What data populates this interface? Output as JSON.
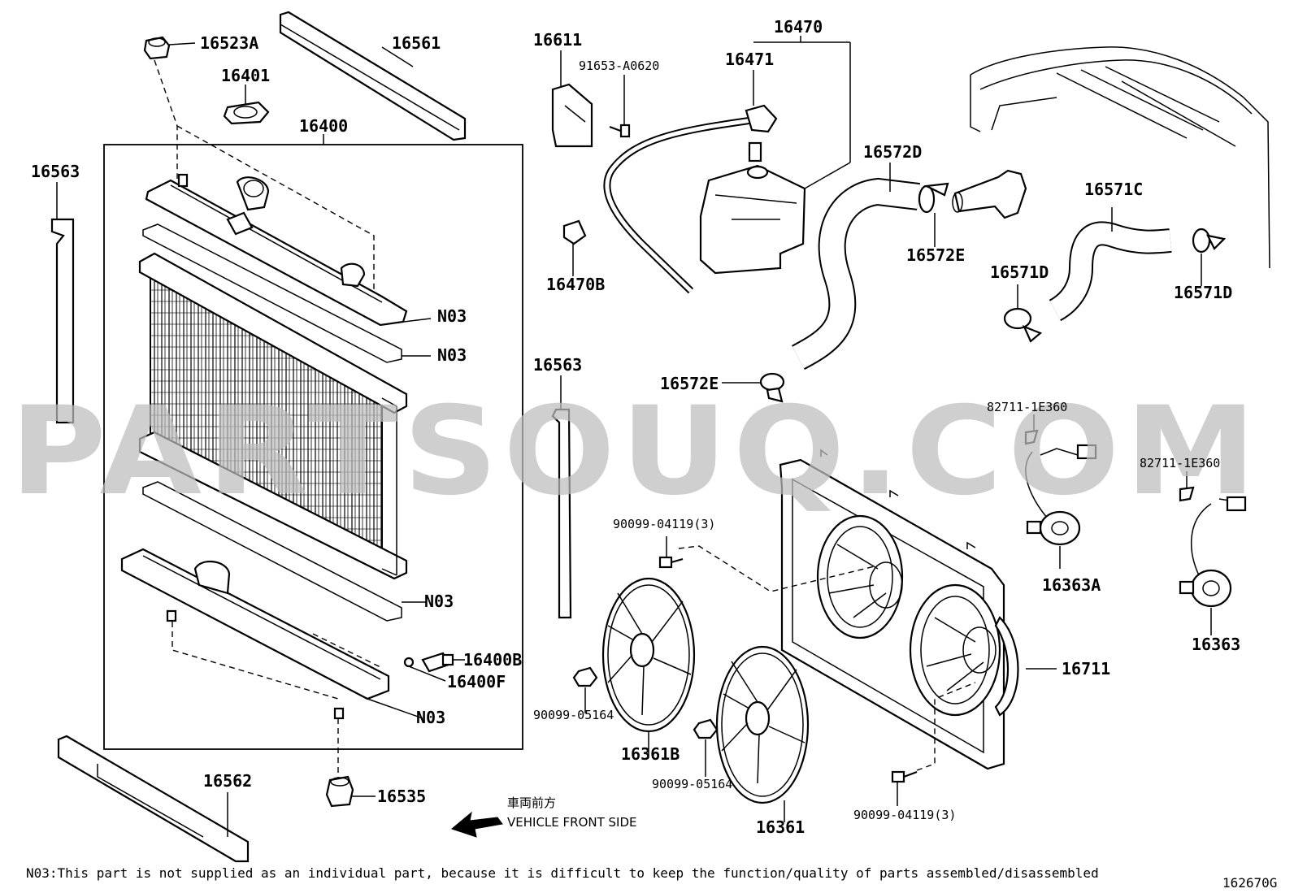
{
  "diagram_code": "162670G",
  "watermark": "PARTSOUQ.COM",
  "note": "N03:This part is not supplied as an individual part, because it is difficult to keep the function/quality of parts assembled/disassembled",
  "direction": {
    "label_jp": "車両前方",
    "label_en": "VEHICLE FRONT SIDE"
  },
  "parts": {
    "p16523A": "16523A",
    "p16561": "16561",
    "p16401": "16401",
    "p16400": "16400",
    "p16563_left": "16563",
    "p16563_mid": "16563",
    "n03_1": "N03",
    "n03_2": "N03",
    "n03_3": "N03",
    "n03_4": "N03",
    "p16400B": "16400B",
    "p16400F": "16400F",
    "p16562": "16562",
    "p16535": "16535",
    "p16611": "16611",
    "p91653": "91653-A0620",
    "p16470": "16470",
    "p16471": "16471",
    "p16470B": "16470B",
    "p16572D": "16572D",
    "p16572E_top": "16572E",
    "p16572E_bot": "16572E",
    "p16571C": "16571C",
    "p16571D_left": "16571D",
    "p16571D_right": "16571D",
    "p82711_a": "82711-1E360",
    "p82711_b": "82711-1E360",
    "p16363A": "16363A",
    "p16363": "16363",
    "p16711": "16711",
    "p90099_04119_top": "90099-04119(3)",
    "p90099_04119_bot": "90099-04119(3)",
    "p90099_05164_left": "90099-05164",
    "p90099_05164_mid": "90099-05164",
    "p16361B": "16361B",
    "p16361": "16361"
  }
}
